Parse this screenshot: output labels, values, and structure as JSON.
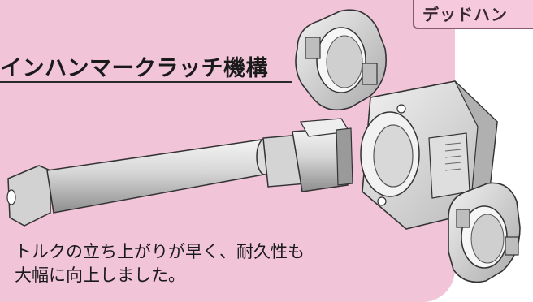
{
  "header": {
    "badge_text": "デッドハン",
    "title": "インハンマークラッチ機構"
  },
  "caption": {
    "line1": "トルクの立ち上がりが早く、耐久性も",
    "line2": "大幅に向上しました。"
  },
  "colors": {
    "panel_pink": "#f2c4d8",
    "badge_pink": "#f6c9dc",
    "metal_light": "#e8e8e8",
    "metal_mid": "#c4c4c4",
    "metal_dark": "#8e8e8e",
    "outline": "#333333"
  },
  "illustration": {
    "subject": "hammer-clutch-mechanism-parts"
  }
}
